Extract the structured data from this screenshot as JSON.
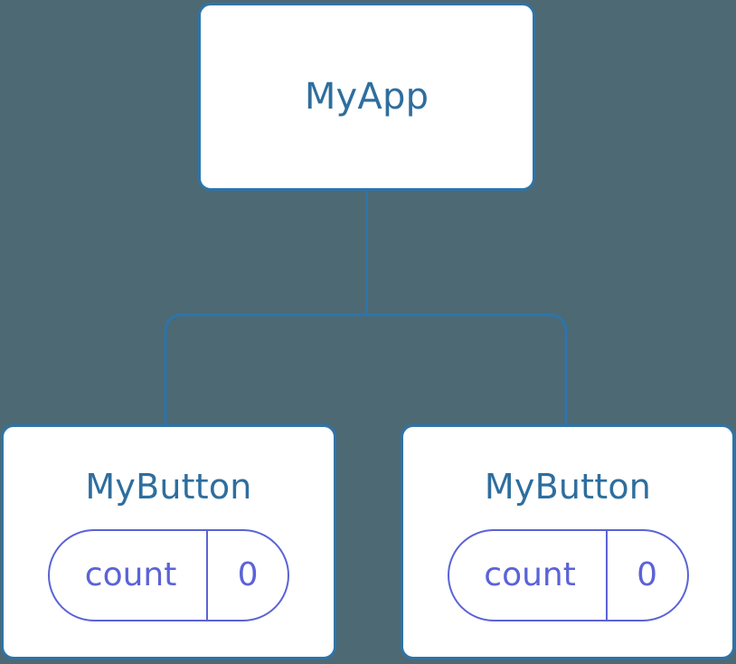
{
  "diagram": {
    "type": "component-tree",
    "background_color": "#4d6973",
    "node_border_color": "#2e74a8",
    "node_text_color": "#2e6e9e",
    "state_color": "#5b63d6",
    "connector_color": "#2e74a8",
    "root": {
      "label": "MyApp"
    },
    "children": [
      {
        "label": "MyButton",
        "state": {
          "key": "count",
          "value": "0"
        }
      },
      {
        "label": "MyButton",
        "state": {
          "key": "count",
          "value": "0"
        }
      }
    ]
  }
}
